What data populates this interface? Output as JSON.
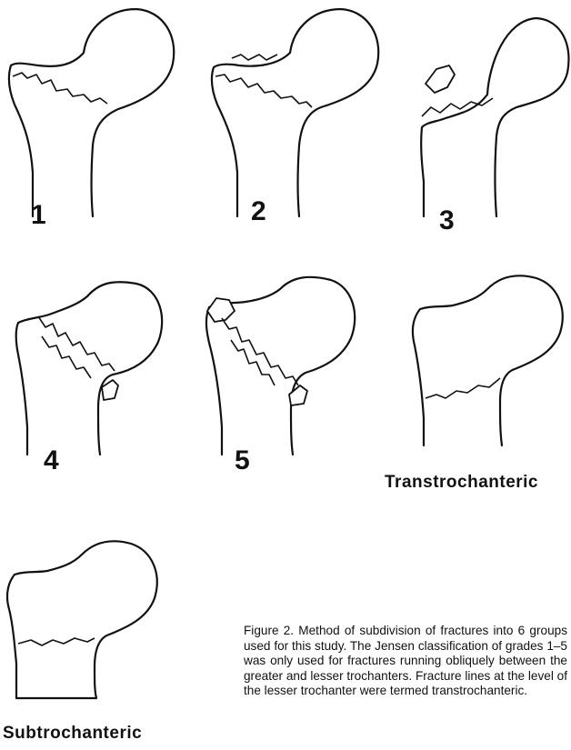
{
  "panels": {
    "p1": {
      "label": "1"
    },
    "p2": {
      "label": "2"
    },
    "p3": {
      "label": "3"
    },
    "p4": {
      "label": "4"
    },
    "p5": {
      "label": "5"
    },
    "p6": {
      "label": "Transtrochanteric"
    },
    "p7": {
      "label": "Subtrochanteric"
    }
  },
  "caption": "Figure 2. Method of subdivision of fractures into 6 groups used for this study. The Jensen classification of grades 1–5 was only used for fractures running obliquely between the greater and lesser trochanters. Fracture lines at the level of the lesser trochanter were termed transtrochanteric."
}
